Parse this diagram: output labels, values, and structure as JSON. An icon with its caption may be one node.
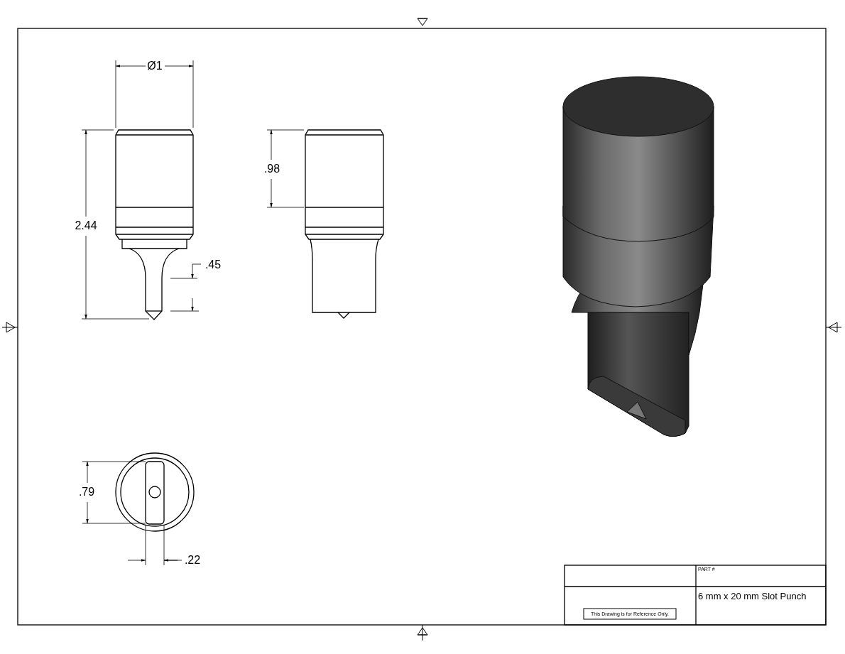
{
  "diagram": {
    "labels": [
      "Ø1",
      "2.44",
      ".45",
      ".98",
      ".79",
      ".22",
      "PART #",
      "6 mm x 20 mm Slot Punch",
      "This Drawing is for Reference Only."
    ]
  }
}
